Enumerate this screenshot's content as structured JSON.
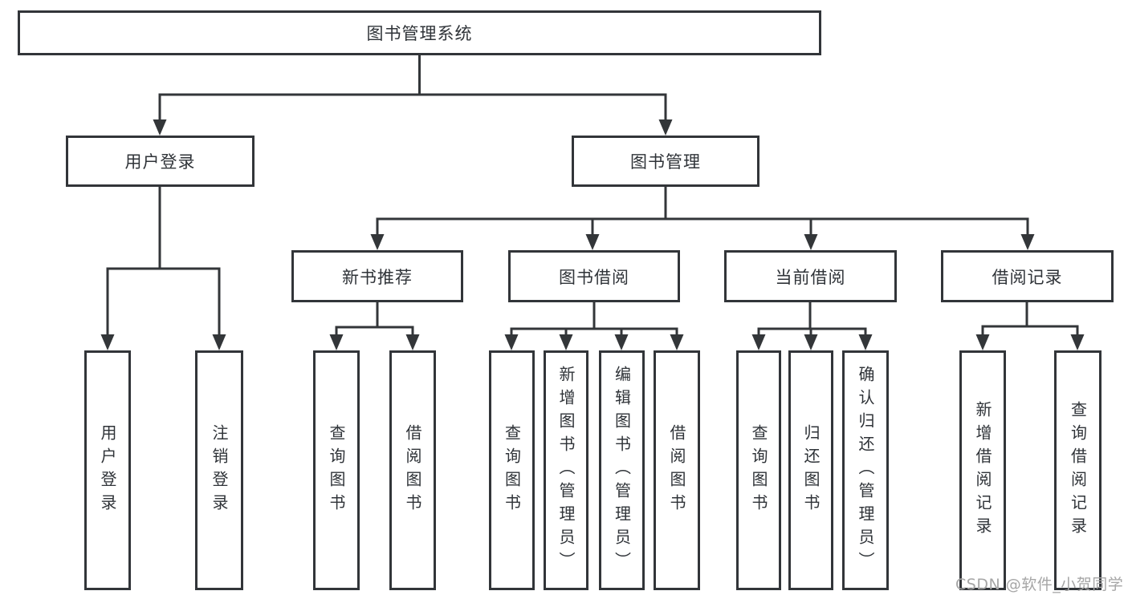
{
  "diagram": {
    "root_label": "图书管理系统",
    "watermark": "CSDN @软件_小贺同学",
    "level1": [
      {
        "label": "用户登录",
        "leaves": [
          "用户登录",
          "注销登录"
        ]
      },
      {
        "label": "图书管理",
        "groups": [
          {
            "label": "新书推荐",
            "leaves": [
              "查询图书",
              "借阅图书"
            ]
          },
          {
            "label": "图书借阅",
            "leaves": [
              "查询图书",
              "新增图书（管理员）",
              "编辑图书（管理员）",
              "借阅图书"
            ]
          },
          {
            "label": "当前借阅",
            "leaves": [
              "查询图书",
              "归还图书",
              "确认归还（管理员）"
            ]
          },
          {
            "label": "借阅记录",
            "leaves": [
              "新增借阅记录",
              "查询借阅记录"
            ]
          }
        ]
      }
    ]
  }
}
